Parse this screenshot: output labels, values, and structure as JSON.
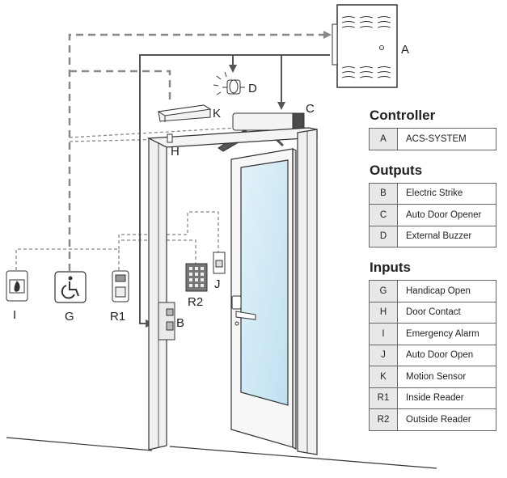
{
  "labels": {
    "A": "A",
    "B": "B",
    "C": "C",
    "D": "D",
    "G": "G",
    "H": "H",
    "I": "I",
    "J": "J",
    "K": "K",
    "R1": "R1",
    "R2": "R2"
  },
  "legend": {
    "controller": {
      "title": "Controller",
      "items": [
        {
          "code": "A",
          "desc": "ACS-SYSTEM"
        }
      ]
    },
    "outputs": {
      "title": "Outputs",
      "items": [
        {
          "code": "B",
          "desc": "Electric Strike"
        },
        {
          "code": "C",
          "desc": "Auto Door Opener"
        },
        {
          "code": "D",
          "desc": "External Buzzer"
        }
      ]
    },
    "inputs": {
      "title": "Inputs",
      "items": [
        {
          "code": "G",
          "desc": "Handicap Open"
        },
        {
          "code": "H",
          "desc": "Door Contact"
        },
        {
          "code": "I",
          "desc": "Emergency Alarm"
        },
        {
          "code": "J",
          "desc": "Auto Door Open"
        },
        {
          "code": "K",
          "desc": "Motion Sensor"
        },
        {
          "code": "R1",
          "desc": "Inside Reader"
        },
        {
          "code": "R2",
          "desc": "Outside Reader"
        }
      ]
    }
  },
  "colors": {
    "wire_solid": "#666666",
    "wire_dashed": "#888888",
    "glass": "#d6ecf7",
    "legend_code_bg": "#e8e8e8"
  }
}
